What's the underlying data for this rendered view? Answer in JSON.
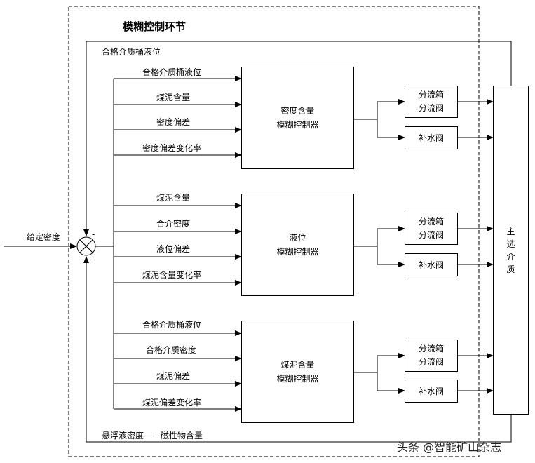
{
  "title": "模糊控制环节",
  "input_label": "给定密度",
  "top_feedback_label": "合格介质桶液位",
  "bottom_feedback_label": "悬浮液密度——磁性物含量",
  "minus_sign": "-",
  "controllers": [
    {
      "line1": "密度含量",
      "line2": "模糊控制器",
      "inputs": [
        "合格介质桶液位",
        "煤泥含量",
        "密度偏差",
        "密度偏差变化率"
      ],
      "out1_line1": "分流箱",
      "out1_line2": "分流阀",
      "out2": "补水阀"
    },
    {
      "line1": "液位",
      "line2": "模糊控制器",
      "inputs": [
        "煤泥含量",
        "合介密度",
        "液位偏差",
        "煤泥含量变化率"
      ],
      "out1_line1": "分流箱",
      "out1_line2": "分流阀",
      "out2": "补水阀"
    },
    {
      "line1": "煤泥含量",
      "line2": "模糊控制器",
      "inputs": [
        "合格介质桶液位",
        "合格介质密度",
        "煤泥偏差",
        "煤泥偏差变化率"
      ],
      "out1_line1": "分流箱",
      "out1_line2": "分流阀",
      "out2": "补水阀"
    }
  ],
  "main_box": [
    "主",
    "选",
    "介",
    "质"
  ],
  "watermark": "头条 @智能矿山杂志"
}
